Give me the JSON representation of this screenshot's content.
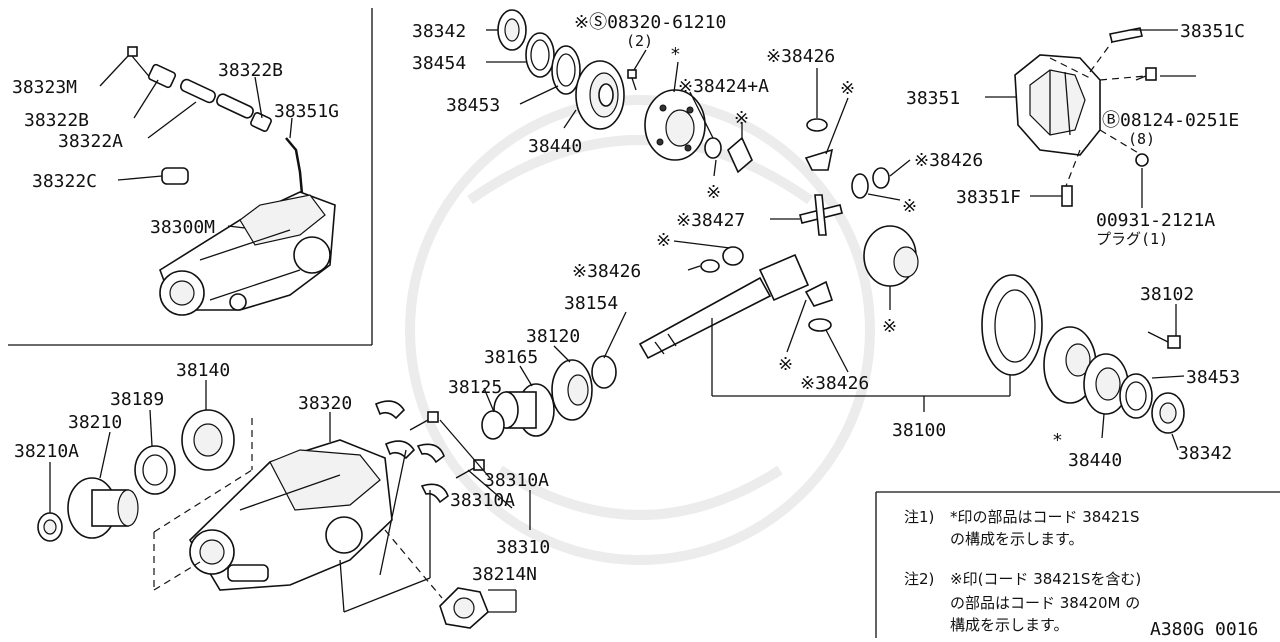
{
  "diagram_code": "A380G 0016",
  "inset_labels": {
    "p38323M": "38323M",
    "p38322B_a": "38322B",
    "p38322B_b": "38322B",
    "p38322A": "38322A",
    "p38351G": "38351G",
    "p38322C": "38322C",
    "p38300M": "38300M"
  },
  "main_labels": {
    "p38342_top": "38342",
    "p38454": "38454",
    "p38453_top": "38453",
    "p38440_top": "38440",
    "p08320": "※Ⓢ08320-61210",
    "p08320_qty": "(2)",
    "p38424": "※38424+A",
    "p38426_a": "※38426",
    "p38426_b": "※38426",
    "p38426_c": "※38426",
    "p38426_d": "※38426",
    "p38427": "※38427",
    "p38154": "38154",
    "p38120": "38120",
    "p38165": "38165",
    "p38125": "38125",
    "p38351C": "38351C",
    "p38351": "38351",
    "p08124": "Ⓑ08124-0251E",
    "p08124_qty": "(8)",
    "p38351F": "38351F",
    "p00931": "00931-2121A",
    "p00931_name": "プラグ(1)",
    "p38102": "38102",
    "p38453_right": "38453",
    "p38100": "38100",
    "p38440_right": "38440",
    "p38342_right": "38342",
    "p38140": "38140",
    "p38189": "38189",
    "p38210": "38210",
    "p38210A": "38210A",
    "p38320": "38320",
    "p38310A_a": "38310A",
    "p38310A_b": "38310A",
    "p38310": "38310",
    "p38214N": "38214N"
  },
  "marks": {
    "asterisk": "*",
    "kome": "※"
  },
  "notes": {
    "n1_prefix": "注1)",
    "n1_line1": "*印の部品はコード 38421S",
    "n1_line2": "の構成を示します。",
    "n2_prefix": "注2)",
    "n2_line1": "※印(コード 38421Sを含む)",
    "n2_line2": "の部品はコード 38420M の",
    "n2_line3": "構成を示します。"
  }
}
